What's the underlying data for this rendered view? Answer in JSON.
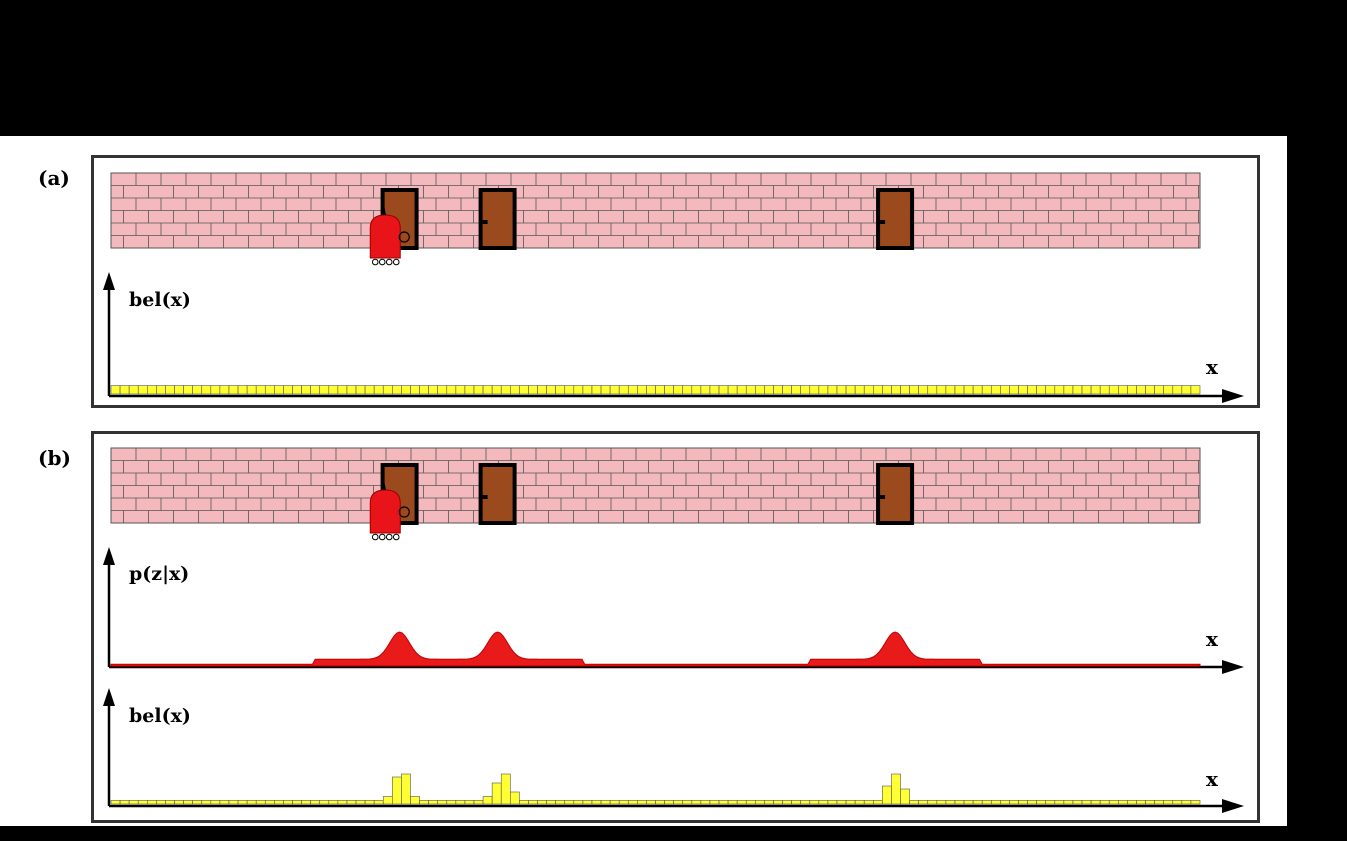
{
  "panels": {
    "a": {
      "label": "(a)",
      "axis_y": "bel(x)",
      "axis_x": "x"
    },
    "b": {
      "label": "(b)",
      "axis_y_obs": "p(z|x)",
      "axis_x_obs": "x",
      "axis_y_bel": "bel(x)",
      "axis_x_bel": "x"
    }
  },
  "colors": {
    "wall_fill": "#f4b9bc",
    "wall_mortar": "#555555",
    "door": "#9a4a1c",
    "door_frame": "#000000",
    "robot": "#e8141a",
    "belief": "#ffff33",
    "observation": "#e81a1a"
  },
  "icons": {
    "robot": "robot-icon",
    "door": "door-icon"
  },
  "chart_data": {
    "type": "diagram",
    "x_range": [
      0,
      1
    ],
    "doors_x": [
      0.265,
      0.355,
      0.72
    ],
    "robot_x": 0.25,
    "prior_belief": {
      "uniform_level": 0.12
    },
    "observation_peaks": [
      {
        "center": 0.265,
        "height": 1.0
      },
      {
        "center": 0.355,
        "height": 1.0
      },
      {
        "center": 0.72,
        "height": 1.0
      }
    ],
    "observation_baseline": 0.2,
    "posterior_belief": {
      "baseline": 0.12,
      "bins_near_peaks": [
        {
          "center": 0.265,
          "heights": [
            0.25,
            0.9,
            1.0,
            0.25
          ]
        },
        {
          "center": 0.355,
          "heights": [
            0.25,
            0.7,
            1.0,
            0.4
          ]
        },
        {
          "center": 0.72,
          "heights": [
            0.6,
            1.0,
            0.5
          ]
        }
      ]
    }
  }
}
